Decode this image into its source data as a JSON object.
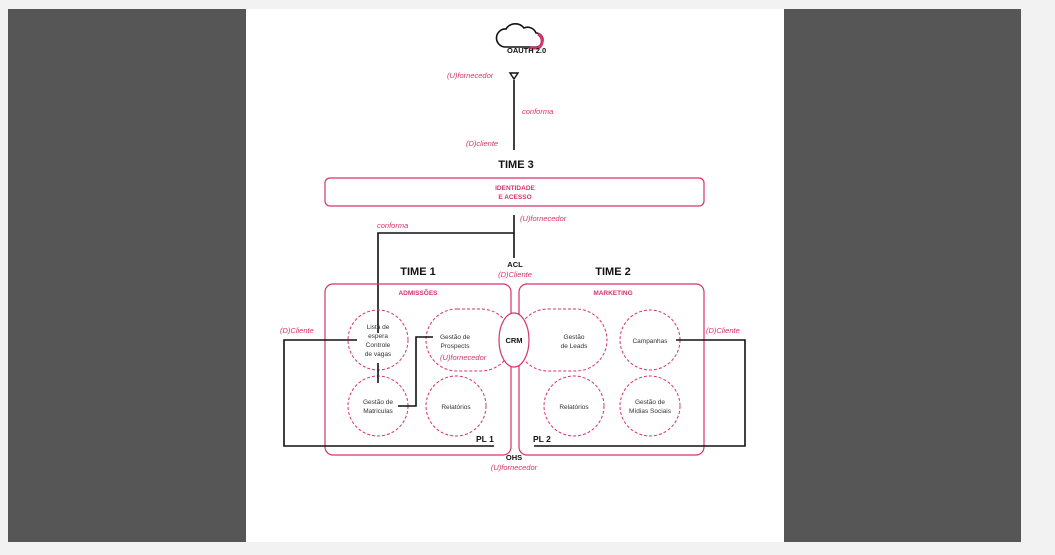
{
  "colors": {
    "accent": "#d6336c",
    "line": "#111111",
    "frame": "#565656"
  },
  "diagram": {
    "oauth": {
      "title": "OAUTH 2.0",
      "icon": "cloud-icon"
    },
    "top_link": {
      "upstream": "(U)fornecedor",
      "relation": "conforma",
      "downstream": "(D)cliente"
    },
    "time3": {
      "title": "TIME 3",
      "box_line1": "IDENTIDADE",
      "box_line2": "E ACESSO"
    },
    "acl_link": {
      "upstream": "(U)fornecedor",
      "relation": "conforma",
      "pattern": "ACL",
      "downstream": "(D)Cliente"
    },
    "time1": {
      "title": "TIME 1",
      "context": "ADMISSÕES",
      "nodes": {
        "lista_1": "Lista de",
        "lista_2": "espera",
        "lista_3": "Controle",
        "lista_4": "de vagas",
        "prospects_1": "Gestão de",
        "prospects_2": "Prospects",
        "matriculas_1": "Gestão de",
        "matriculas_2": "Matriculas",
        "relatorios": "Relatórios"
      },
      "prospects_role": "(U)fornecedor",
      "left_role": "(D)Cliente",
      "pl": "PL 1"
    },
    "crm": "CRM",
    "time2": {
      "title": "TIME 2",
      "context": "MARKETING",
      "nodes": {
        "leads_1": "Gestão",
        "leads_2": "de Leads",
        "campanhas": "Campanhas",
        "relatorios": "Relatórios",
        "midias_1": "Gestão de",
        "midias_2": "Mídias Sociais"
      },
      "right_role": "(D)Cliente",
      "pl": "PL 2"
    },
    "ohs": {
      "pattern": "OHS",
      "role": "(U)fornecedor"
    }
  }
}
